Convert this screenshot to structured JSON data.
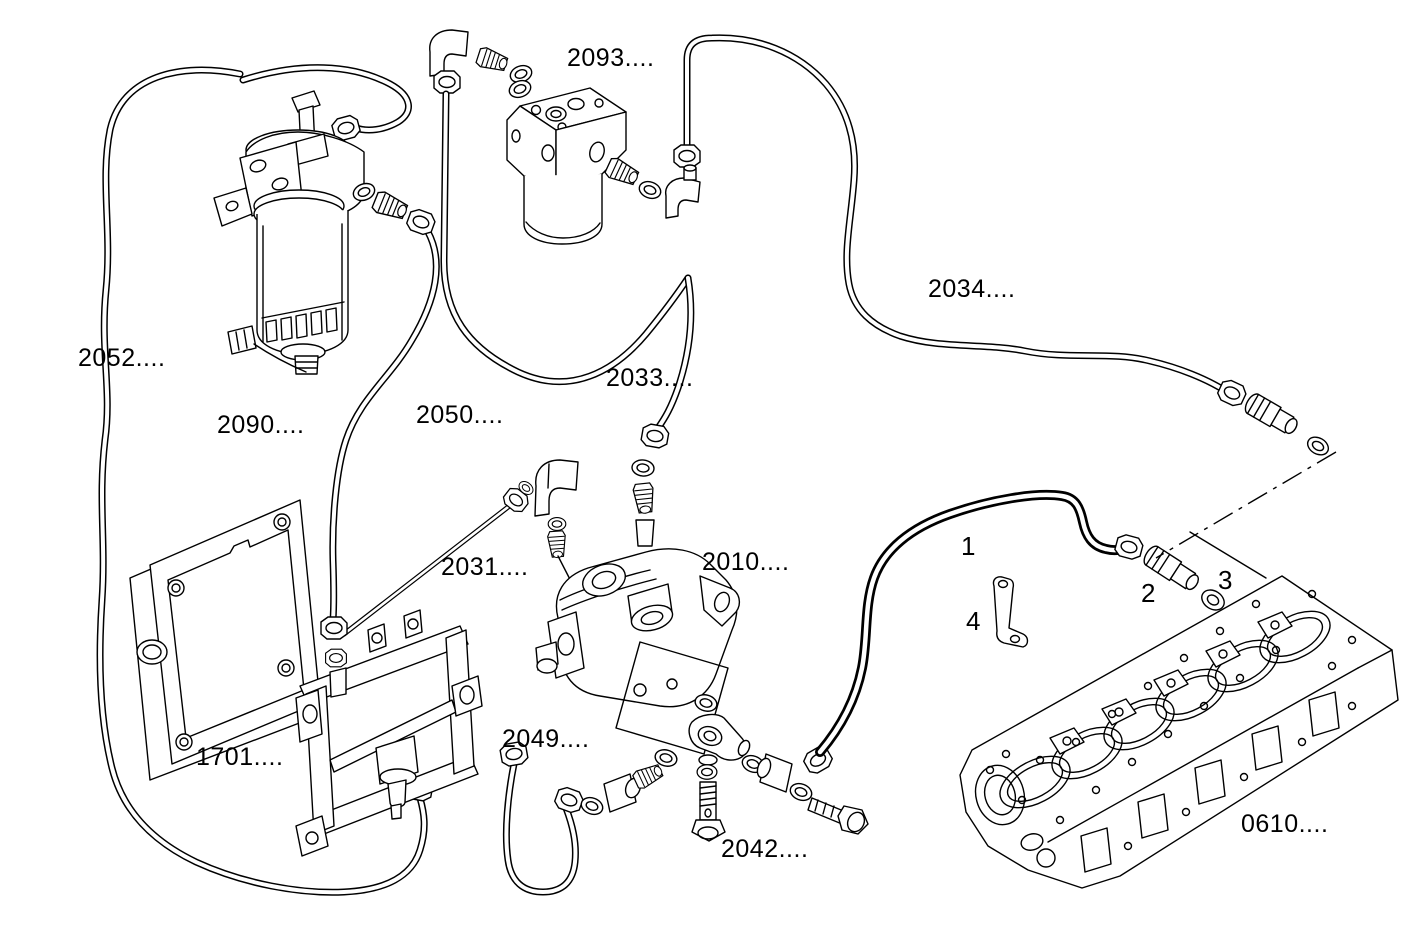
{
  "diagram": {
    "background_color": "#ffffff",
    "line_color": "#000000",
    "part_labels": [
      {
        "ref": "2093",
        "text": "2093...."
      },
      {
        "ref": "2034",
        "text": "2034...."
      },
      {
        "ref": "2052",
        "text": "2052...."
      },
      {
        "ref": "2090",
        "text": "2090...."
      },
      {
        "ref": "2050",
        "text": "2050...."
      },
      {
        "ref": "2033",
        "text": "2033...."
      },
      {
        "ref": "2031",
        "text": "2031...."
      },
      {
        "ref": "2010",
        "text": "2010...."
      },
      {
        "ref": "1701",
        "text": "1701...."
      },
      {
        "ref": "2049",
        "text": "2049...."
      },
      {
        "ref": "2042",
        "text": "2042...."
      },
      {
        "ref": "0610",
        "text": "0610...."
      }
    ],
    "callouts": [
      {
        "ref": "1",
        "text": "1"
      },
      {
        "ref": "2",
        "text": "2"
      },
      {
        "ref": "3",
        "text": "3"
      },
      {
        "ref": "4",
        "text": "4"
      }
    ]
  }
}
